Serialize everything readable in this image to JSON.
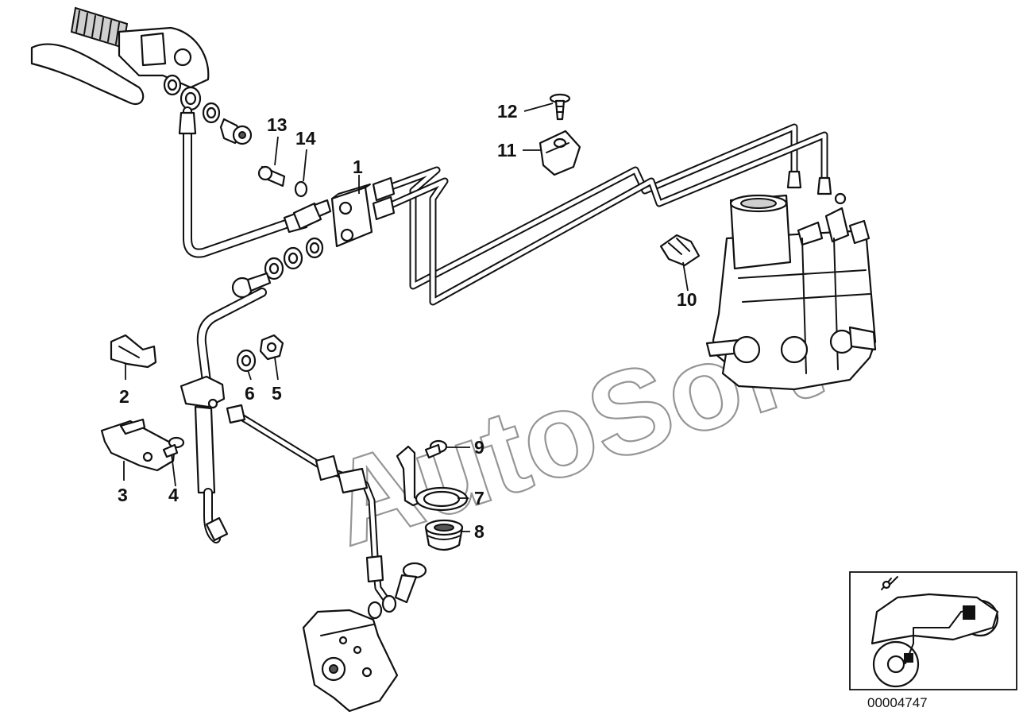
{
  "diagram": {
    "callouts": [
      "1",
      "2",
      "3",
      "4",
      "5",
      "6",
      "7",
      "8",
      "9",
      "10",
      "11",
      "12",
      "13",
      "14"
    ],
    "watermark": "AutoSoft",
    "reference_number": "00004747"
  }
}
